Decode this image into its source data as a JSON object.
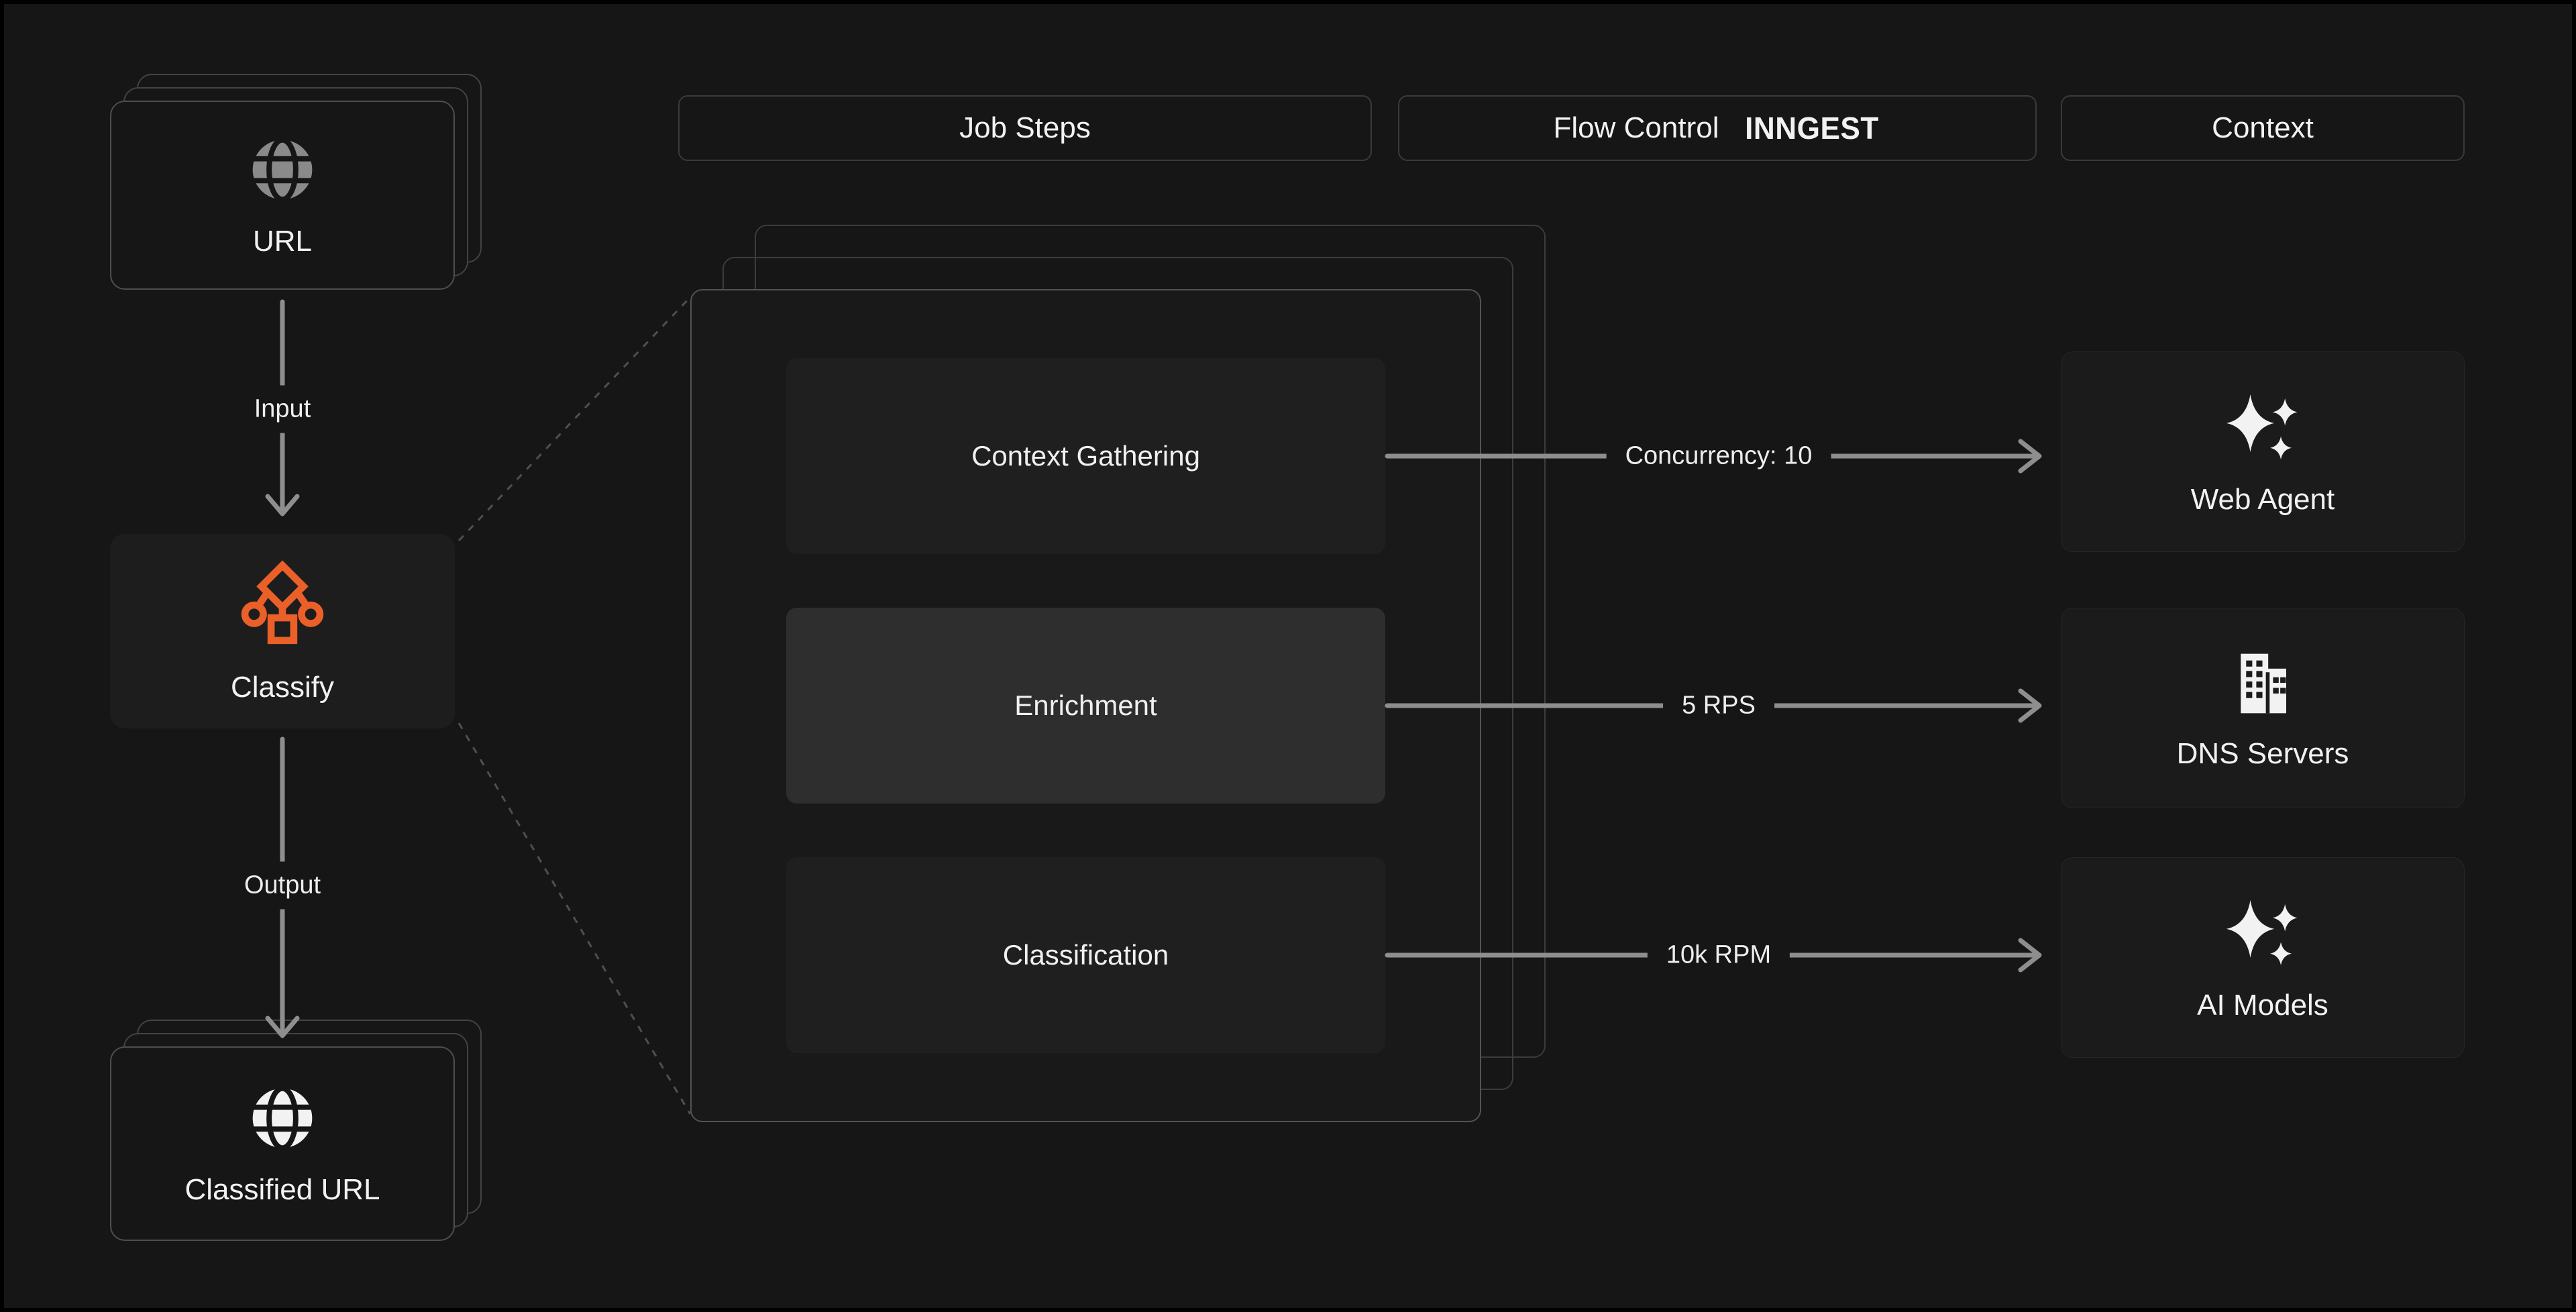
{
  "colors": {
    "background": "#161616",
    "frame": "#000000",
    "accent_orange": "#eb5f28",
    "arrow_gray": "#8e8e8e",
    "text": "#f2f2f2",
    "step_highlight": "#2e2e2e"
  },
  "headers": [
    {
      "label": "Job Steps"
    },
    {
      "label": "Flow Control",
      "logo": "INNGEST"
    },
    {
      "label": "Context"
    }
  ],
  "left_flow": {
    "input_card": {
      "label": "URL",
      "icon": "globe"
    },
    "input_arrow_label": "Input",
    "process_card": {
      "label": "Classify",
      "icon": "decision-tree"
    },
    "output_arrow_label": "Output",
    "output_card": {
      "label": "Classified URL",
      "icon": "globe"
    }
  },
  "job_steps": [
    {
      "label": "Context Gathering",
      "highlighted": false
    },
    {
      "label": "Enrichment",
      "highlighted": true
    },
    {
      "label": "Classification",
      "highlighted": false
    }
  ],
  "flow_controls": [
    {
      "label": "Concurrency: 10"
    },
    {
      "label": "5 RPS"
    },
    {
      "label": "10k RPM"
    }
  ],
  "context_cards": [
    {
      "label": "Web Agent",
      "icon": "sparkles"
    },
    {
      "label": "DNS Servers",
      "icon": "building"
    },
    {
      "label": "AI Models",
      "icon": "sparkles"
    }
  ]
}
